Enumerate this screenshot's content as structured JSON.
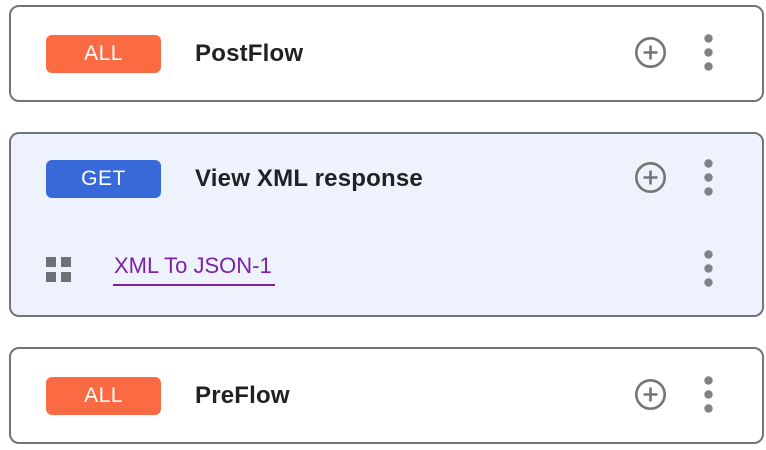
{
  "colors": {
    "all_badge_orange": "#fa6b43",
    "get_badge_blue": "#3869d8",
    "selected_card_bg": "#eef2fc",
    "card_border_gray": "#70757a",
    "link_purple": "#7d22a8",
    "icon_gray": "#757575",
    "title_text": "#202124"
  },
  "icons": {
    "add_step": "plus-circle-icon",
    "more_options": "kebab-menu-icon",
    "drag_handle": "grid-drag-handle-icon"
  },
  "cards": [
    {
      "verb": "ALL",
      "verb_color": "#fa6b43",
      "title": "PostFlow",
      "selected": false
    },
    {
      "verb": "GET",
      "verb_color": "#3869d8",
      "title": "View XML response",
      "selected": true,
      "steps": [
        {
          "label": "XML To JSON-1"
        }
      ]
    },
    {
      "verb": "ALL",
      "verb_color": "#fa6b43",
      "title": "PreFlow",
      "selected": false
    }
  ]
}
